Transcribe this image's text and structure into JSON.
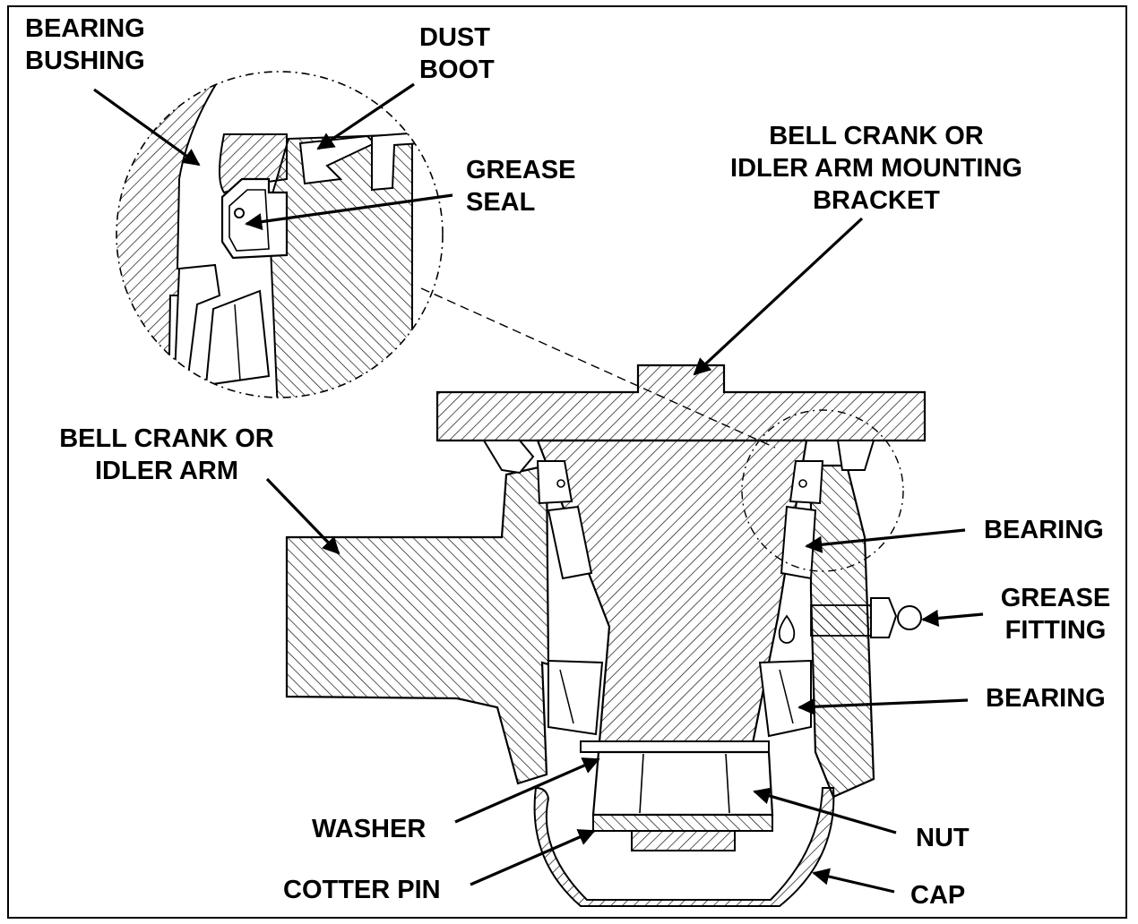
{
  "labels": {
    "bearing_bushing": [
      "BEARING",
      "BUSHING"
    ],
    "dust_boot": [
      "DUST",
      "BOOT"
    ],
    "grease_seal": [
      "GREASE",
      "SEAL"
    ],
    "mounting_bracket": [
      "BELL CRANK OR",
      "IDLER ARM MOUNTING",
      "BRACKET"
    ],
    "idler_arm": [
      "BELL CRANK OR",
      "IDLER ARM"
    ],
    "bearing_upper": "BEARING",
    "grease_fitting": [
      "GREASE",
      "FITTING"
    ],
    "bearing_lower": "BEARING",
    "washer": "WASHER",
    "nut": "NUT",
    "cotter_pin": "COTTER PIN",
    "cap": "CAP"
  },
  "colors": {
    "ink": "#000000",
    "paper": "#ffffff"
  }
}
